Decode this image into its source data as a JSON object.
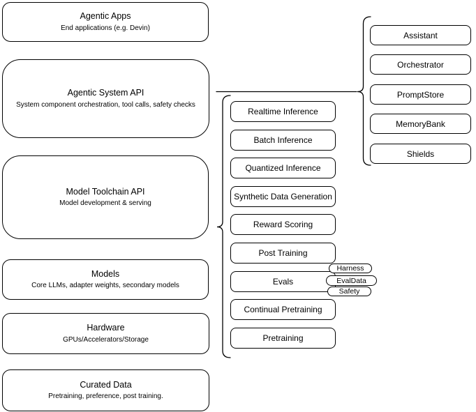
{
  "colors": {
    "background": "#ffffff",
    "stroke": "#000000",
    "text": "#000000"
  },
  "left_stack": [
    {
      "title": "Agentic Apps",
      "subtitle": "End applications (e.g. Devin)"
    },
    {
      "title": "Agentic System API",
      "subtitle": "System component orchestration, tool calls, safety checks"
    },
    {
      "title": "Model Toolchain API",
      "subtitle": "Model development & serving"
    },
    {
      "title": "Models",
      "subtitle": "Core LLMs, adapter weights, secondary models"
    },
    {
      "title": "Hardware",
      "subtitle": "GPUs/Accelerators/Storage"
    },
    {
      "title": "Curated Data",
      "subtitle": "Pretraining, preference, post training."
    }
  ],
  "middle_stack": [
    {
      "label": "Realtime Inference"
    },
    {
      "label": "Batch Inference"
    },
    {
      "label": "Quantized Inference"
    },
    {
      "label": "Synthetic Data Generation"
    },
    {
      "label": "Reward Scoring"
    },
    {
      "label": "Post Training"
    },
    {
      "label": "Evals"
    },
    {
      "label": "Continual Pretraining"
    },
    {
      "label": "Pretraining"
    }
  ],
  "eval_pills": [
    {
      "label": "Harness"
    },
    {
      "label": "EvalData"
    },
    {
      "label": "Safety"
    }
  ],
  "right_stack": [
    {
      "label": "Assistant"
    },
    {
      "label": "Orchestrator"
    },
    {
      "label": "PromptStore"
    },
    {
      "label": "MemoryBank"
    },
    {
      "label": "Shields"
    }
  ]
}
